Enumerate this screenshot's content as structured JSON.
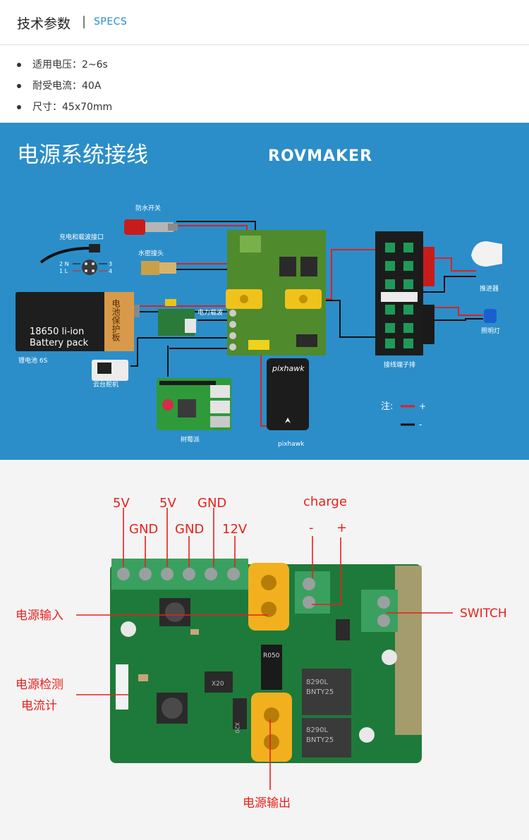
{
  "header": {
    "title": "技术参数",
    "separator": "|",
    "subtitle": "SPECS"
  },
  "specs": [
    {
      "label": "适用电压：",
      "value": "2~6s"
    },
    {
      "label": "耐受电流：",
      "value": "40A"
    },
    {
      "label": "尺寸：",
      "value": "45x70mm"
    }
  ],
  "wiring": {
    "title": "电源系统接线",
    "brand": "ROVMAKER",
    "labels": {
      "waterproof_switch": "防水开关",
      "charge_port": "充电和载波接口",
      "sealed_connector": "水密接头",
      "power_carrier": "电力载波",
      "battery_line1": "18650 li-ion",
      "battery_line2": "Battery pack",
      "battery_board": "电池保护板",
      "battery_caption": "锂电池 6S",
      "gimbal_servo": "云台舵机",
      "raspberry_pi": "树莓派",
      "pixhawk_caption": "pixhawk",
      "pixhawk_chip": "pixhawk",
      "terminal_block": "接线端子排",
      "thruster": "推进器",
      "light": "照明灯",
      "note": "注:",
      "plus": "+",
      "minus": "-",
      "pin_2n": "2 N",
      "pin_1l": "1 L",
      "pin_3": "3",
      "pin_4": "4"
    },
    "colors": {
      "background": "#2b8ec9",
      "red_wire": "#e02020",
      "black_wire": "#111111",
      "board": "#4f8a2c"
    }
  },
  "photo": {
    "top_labels": {
      "v5_a": "5V",
      "v5_b": "5V",
      "gnd_top": "GND",
      "gnd_a": "GND",
      "gnd_b": "GND",
      "v12": "12V",
      "charge": "charge",
      "charge_minus": "-",
      "charge_plus": "+"
    },
    "side_labels": {
      "power_in": "电源输入",
      "monitor_line1": "电源检测",
      "monitor_line2": "电流计",
      "switch": "SWITCH",
      "power_out": "电源输出"
    },
    "chip_text": {
      "r050": "R050",
      "r1": "8290L",
      "r1b": "BNTY25",
      "r2": "8290L",
      "r2b": "BNTY25",
      "ch1": "X20",
      "ch2": "X20"
    },
    "colors": {
      "label_red": "#e8201c",
      "pcb_green": "#1e7a3a",
      "connector_yellow": "#f2b01e"
    }
  }
}
